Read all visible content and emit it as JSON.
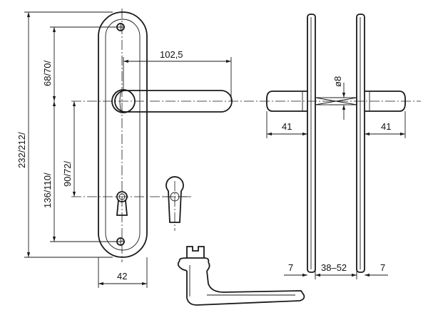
{
  "drawing": {
    "dimensions": {
      "overall_height": "232/212/",
      "lower_height": "136/110/",
      "upper_height": "68/70/",
      "keyhole_offset": "90/72/",
      "lever_length": "102,5",
      "plate_width": "42",
      "spindle_diameter": "ø8",
      "lever_depth_left": "41",
      "lever_depth_right": "41",
      "plate_thickness_left": "7",
      "door_thickness": "38–52",
      "plate_thickness_right": "7"
    }
  }
}
